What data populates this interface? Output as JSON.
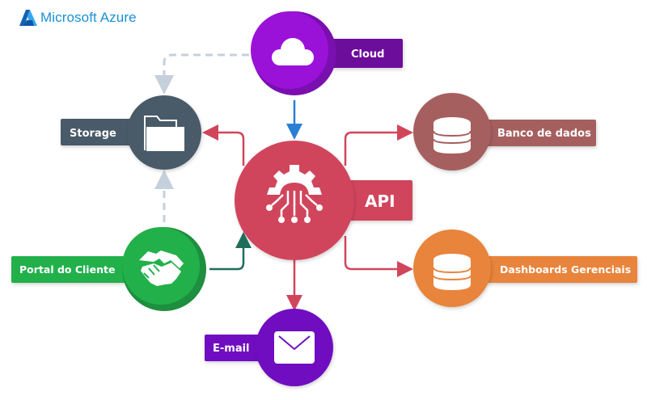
{
  "brand": {
    "name": "Microsoft Azure",
    "icon": "azure-logo-icon",
    "color": "#1a8fd6"
  },
  "nodes": {
    "api": {
      "label": "API",
      "icon": "api-gear-circuit-icon",
      "color": "#d1455b"
    },
    "cloud": {
      "label": "Cloud",
      "icon": "cloud-icon",
      "color": "#8e0fcf"
    },
    "storage": {
      "label": "Storage",
      "icon": "folder-icon",
      "color": "#4a5a68"
    },
    "database": {
      "label": "Banco de dados",
      "icon": "database-icon",
      "color": "#a65e5e"
    },
    "dashboards": {
      "label": "Dashboards Gerenciais",
      "icon": "database-icon",
      "color": "#e8843a"
    },
    "portal": {
      "label": "Portal do Cliente",
      "icon": "handshake-icon",
      "color": "#22b04b"
    },
    "email": {
      "label": "E-mail",
      "icon": "envelope-icon",
      "color": "#7010c0"
    }
  },
  "connections": [
    {
      "from": "cloud",
      "to": "storage",
      "style": "dashed",
      "color": "#c5d0dc"
    },
    {
      "from": "portal",
      "to": "storage",
      "style": "dashed",
      "color": "#c5d0dc"
    },
    {
      "from": "cloud",
      "to": "api",
      "style": "solid",
      "color": "#2a7fd4"
    },
    {
      "from": "api",
      "to": "storage",
      "style": "solid",
      "color": "#d1455b"
    },
    {
      "from": "api",
      "to": "database",
      "style": "solid",
      "color": "#d1455b"
    },
    {
      "from": "api",
      "to": "dashboards",
      "style": "solid",
      "color": "#d1455b"
    },
    {
      "from": "api",
      "to": "email",
      "style": "solid",
      "color": "#d1455b"
    },
    {
      "from": "portal",
      "to": "api",
      "style": "solid",
      "color": "#1e6e5a"
    }
  ]
}
